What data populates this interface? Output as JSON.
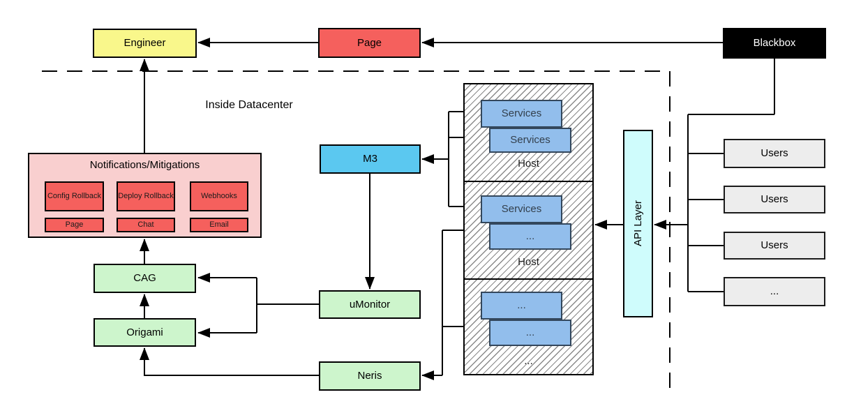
{
  "boundary_label": "Inside Datacenter",
  "nodes": {
    "engineer": "Engineer",
    "page": "Page",
    "blackbox": "Blackbox",
    "m3": "M3",
    "cag": "CAG",
    "origami": "Origami",
    "umonitor": "uMonitor",
    "neris": "Neris",
    "api_layer": "API Layer"
  },
  "notifications": {
    "title": "Notifications/Mitigations",
    "items": [
      "Config Rollback",
      "Deploy Rollback",
      "Webhooks",
      "Page",
      "Chat",
      "Email"
    ]
  },
  "hosts": [
    {
      "label": "Host",
      "services": [
        "Services",
        "Services"
      ]
    },
    {
      "label": "Host",
      "services": [
        "Services",
        "..."
      ]
    },
    {
      "label": "...",
      "services": [
        "...",
        "..."
      ]
    }
  ],
  "users": [
    "Users",
    "Users",
    "Users",
    "..."
  ],
  "colors": {
    "engineer_fill": "#f9f78b",
    "alert_red_fill": "#f5605d",
    "notifications_fill": "#f9cfcf",
    "monitor_green_fill": "#cdf5cc",
    "m3_blue_fill": "#5bc8f0",
    "service_blue_fill": "#92beec",
    "api_layer_fill": "#cffcfc",
    "users_fill": "#ededed",
    "blackbox_fill": "#000000"
  },
  "edges": [
    "Blackbox → Page",
    "Page → Engineer",
    "Notifications/Mitigations → Engineer",
    "CAG → Notifications/Mitigations",
    "Origami → CAG",
    "Neris → Origami",
    "uMonitor → CAG",
    "uMonitor → Origami",
    "M3 → uMonitor",
    "Services → M3",
    "Hosts → Neris",
    "API Layer → Hosts",
    "Users → API Layer",
    "Blackbox → Users"
  ]
}
